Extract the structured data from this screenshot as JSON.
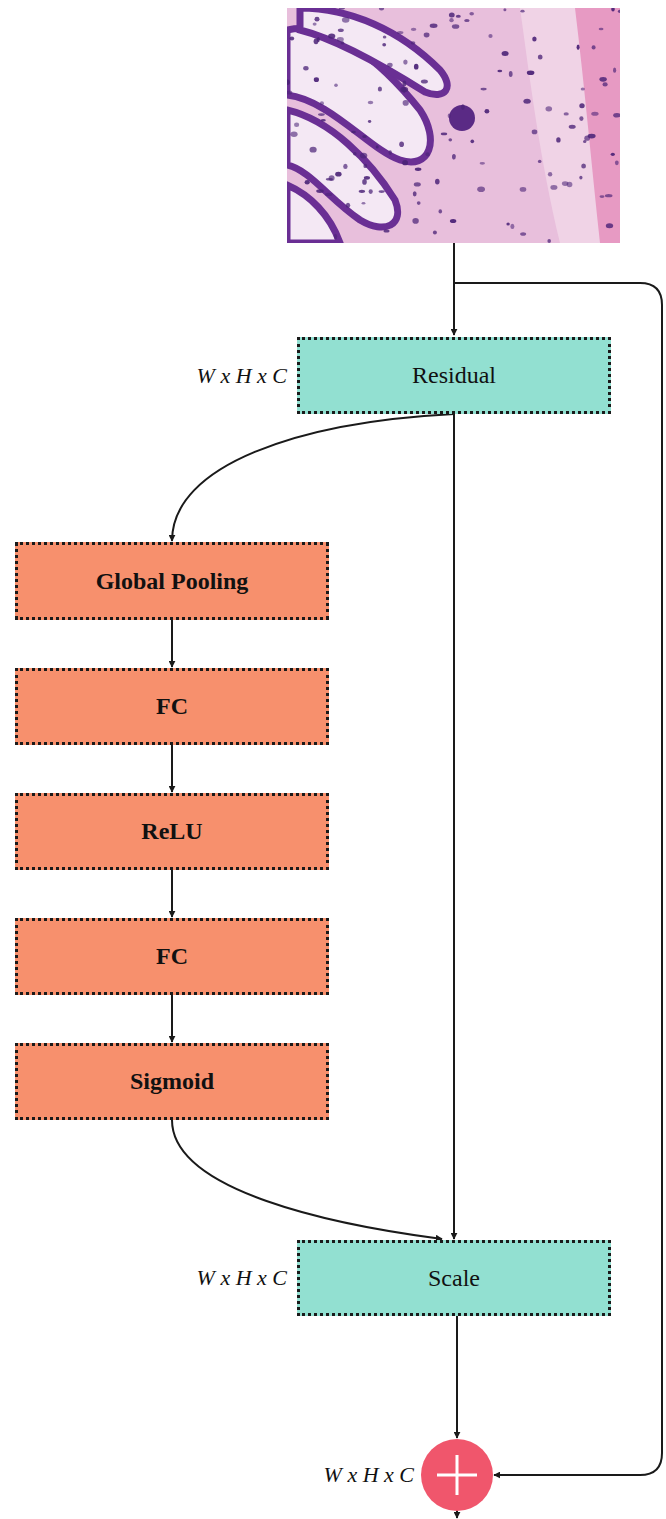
{
  "diagram": {
    "nodes": [
      {
        "text": [
          "Residual"
        ]
      },
      {
        "text": [
          "Global Pooling"
        ]
      },
      {
        "text": [
          "FC"
        ]
      },
      {
        "text": [
          "ReLU"
        ]
      },
      {
        "text": [
          "FC"
        ]
      },
      {
        "text": [
          "Sigmoid"
        ]
      },
      {
        "text": [
          "Scale"
        ]
      }
    ],
    "edges": [
      {
        "from": 0,
        "to": 1,
        "arrow": "to"
      },
      {
        "from": 1,
        "to": 2,
        "arrow": "to"
      },
      {
        "from": 2,
        "to": 3,
        "arrow": "to"
      },
      {
        "from": 3,
        "to": 4,
        "arrow": "to"
      },
      {
        "from": 4,
        "to": 5,
        "arrow": "to"
      },
      {
        "from": 5,
        "to": 6,
        "arrow": "to"
      },
      {
        "from": 0,
        "to": 6,
        "arrow": "to"
      }
    ],
    "labels": [
      "W x H x C",
      "W x H x C",
      "W x H x C"
    ]
  }
}
